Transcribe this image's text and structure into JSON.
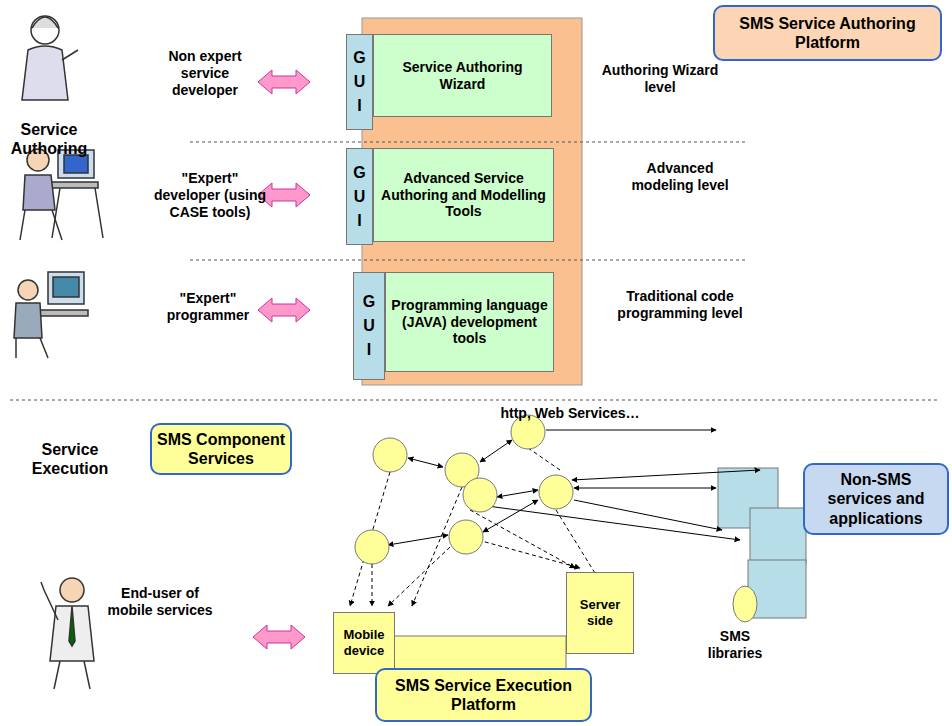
{
  "diagram": {
    "nodes": [
      {
        "text": [
          "SMS Service Authoring Platform"
        ]
      },
      {
        "text": [
          "G U I"
        ]
      },
      {
        "text": [
          "Service Authoring Wizard"
        ]
      },
      {
        "text": [
          "G U I"
        ]
      },
      {
        "text": [
          "Advanced Service Authoring and Modelling Tools"
        ]
      },
      {
        "text": [
          "G U I"
        ]
      },
      {
        "text": [
          "Programming language (JAVA) development tools"
        ]
      },
      {
        "text": [
          "SMS Component Services"
        ]
      },
      {
        "text": [
          "Non-SMS services and applications"
        ]
      },
      {
        "text": [
          "Mobile device"
        ]
      },
      {
        "text": [
          "Server side"
        ]
      },
      {
        "text": [
          "SMS Service Execution Platform"
        ]
      }
    ],
    "labels": [
      "Service Authoring",
      "Non expert service developer",
      "\"Expert\" developer (using CASE tools)",
      "\"Expert\" programmer",
      "Authoring Wizard level",
      "Advanced modeling level",
      "Traditional code programming level",
      "Service Execution",
      "http, Web Services…",
      "SMS libraries",
      "End-user of mobile services"
    ]
  }
}
